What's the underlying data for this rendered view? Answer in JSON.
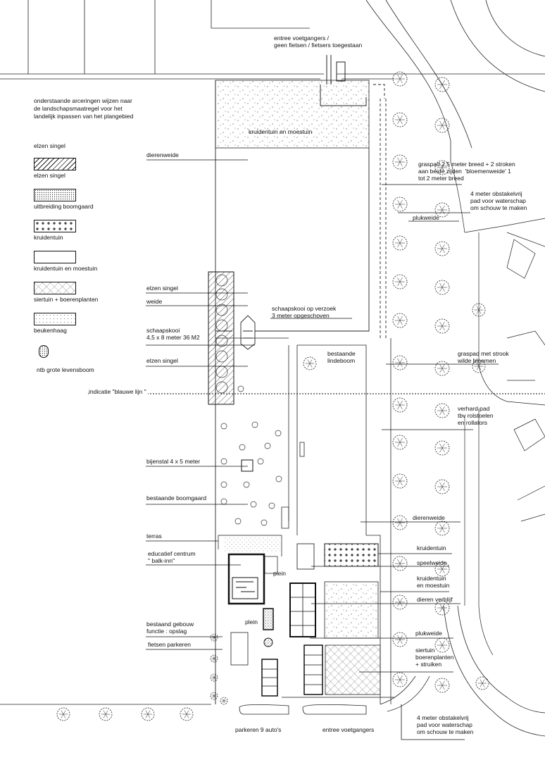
{
  "legend": {
    "intro": "onderstaande arceringen wijzen naar\nde landschapsmaatregel voor het\nlandelijk inpassen van het plangebied",
    "header": "elzen singel",
    "items": [
      {
        "label": "elzen singel",
        "pattern": "diagonal"
      },
      {
        "label": "uitbreiding boomgaard",
        "pattern": "dense-dots"
      },
      {
        "label": "kruidentuin",
        "pattern": "plus"
      },
      {
        "label": "kruidentuin en moestuin",
        "pattern": "empty"
      },
      {
        "label": "siertuin + boerenplanten",
        "pattern": "crosshatch"
      },
      {
        "label": "beukenhaag",
        "pattern": "fine-dots"
      },
      {
        "label": "ntb grote levensboom",
        "pattern": "tree-dots"
      }
    ]
  },
  "labels": {
    "entrance_top": "entree voetgangers /\ngeen fietsen / fietsers toegestaan",
    "kruidentuin_moestuin_top": "kruidentuin en moestuin",
    "dierenweide_left": "dierenweide",
    "graspad": "graspad 2,5 meter breed + 2 stroken\naan beide zijden  'bloemenweide' 1\ntot 2 meter breed",
    "obstakelvrij_top": "4 meter obstakelvrij\npad voor waterschap\nom schouw te maken",
    "plukweide_top": "plukweide",
    "elzen_singel_1": "elzen singel",
    "weide": "weide",
    "schaapskooi_verzoek": "schaapskooi op verzoek\n3 meter opgeschoven",
    "schaapskooi": "schaapskooi\n4,5 x 8 meter 36 M2",
    "bestaande_lindeboom": "bestaande\nlindeboom",
    "graspad_strook": "graspad met strook\nwilde bloemen",
    "elzen_singel_2": "elzen singel",
    "blauwe_lijn": "indicatie \"blauwe lijn \"",
    "verhard_pad": "verhard pad\ntbv rolstoelen\nen rollators",
    "bijenstal": "bijenstal 4 x 5 meter",
    "bestaande_boomgaard": "bestaande boomgaard",
    "dierenweide_right": "dierenweide",
    "terras": "terras",
    "educatief": "educatief centrum\n\" balk-inn\"",
    "kruidentuin_right": "kruidentuin",
    "speelweide": "speelweide",
    "plein_1": "plein",
    "kruidentuin_moestuin_right": "kruidentuin\nen moestuin",
    "dieren_verblijf": "dieren verblijf",
    "plein_2": "plein",
    "bestaand_gebouw": "bestaand gebouw\nfunctie : opslag",
    "plukweide_bottom": "plukweide",
    "fietsen_parkeren": "fietsen parkeren",
    "siertuin": "siertuin\nboerenplanten\n+ struiken",
    "obstakelvrij_bottom": "4 meter obstakelvrij\npad voor waterschap\nom schouw te maken",
    "parkeren": "parkeren 9 auto's",
    "entree_bottom": "entree voetgangers"
  }
}
